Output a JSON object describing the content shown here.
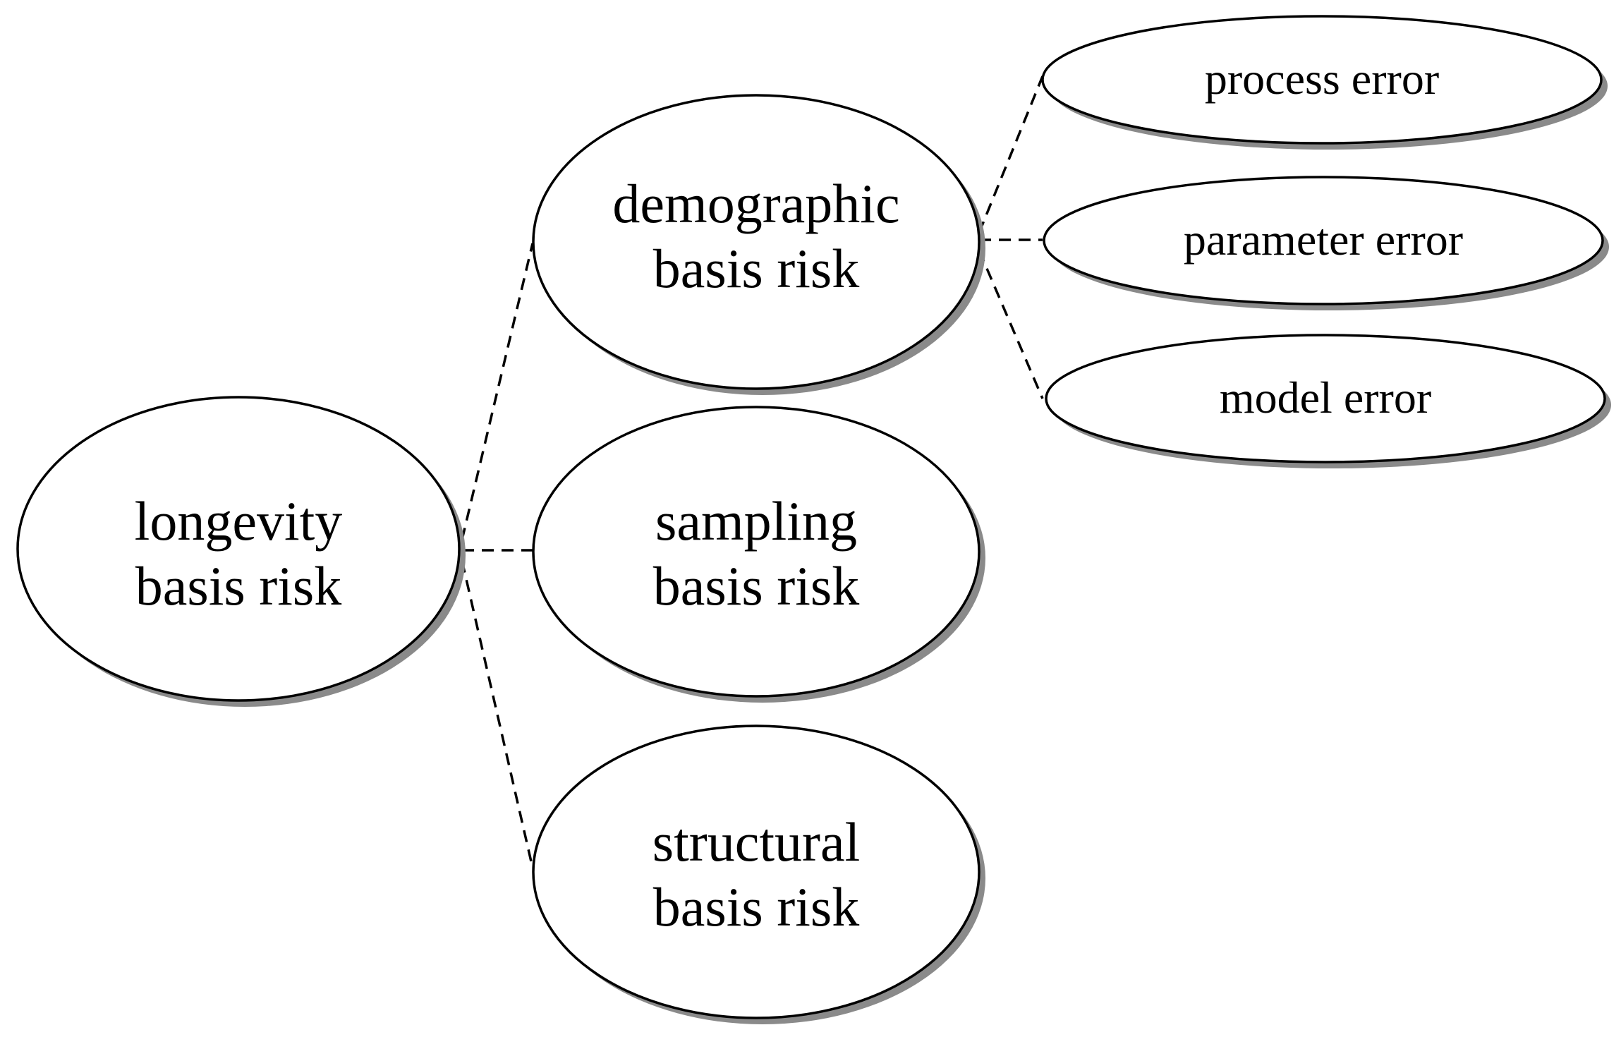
{
  "diagram": {
    "root": {
      "label_line1": "longevity",
      "label_line2": "basis risk"
    },
    "children": [
      {
        "label_line1": "demographic",
        "label_line2": "basis risk"
      },
      {
        "label_line1": "sampling",
        "label_line2": "basis risk"
      },
      {
        "label_line1": "structural",
        "label_line2": "basis risk"
      }
    ],
    "grandchildren": [
      {
        "label": "process error"
      },
      {
        "label": "parameter error"
      },
      {
        "label": "model error"
      }
    ],
    "colors": {
      "stroke": "#000000",
      "fill": "#ffffff",
      "shadow": "#8a8a8a"
    }
  }
}
